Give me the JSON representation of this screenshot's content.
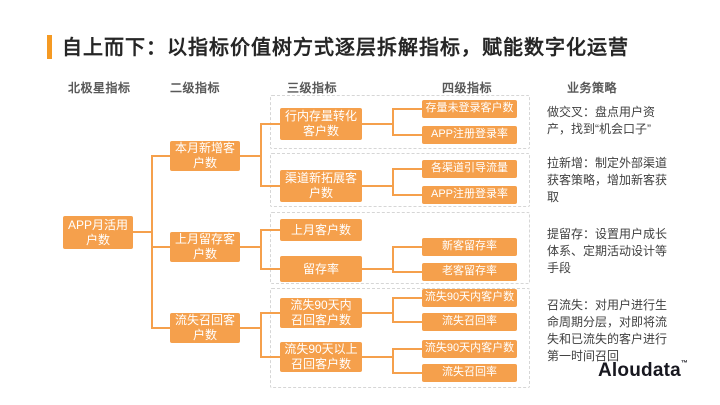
{
  "slide": {
    "title": "自上而下：以指标价值树方式逐层拆解指标，赋能数字化运营"
  },
  "columns": [
    {
      "label": "北极星指标"
    },
    {
      "label": "二级指标"
    },
    {
      "label": "三级指标"
    },
    {
      "label": "四级指标"
    },
    {
      "label": "业务策略"
    }
  ],
  "tree": {
    "root": {
      "label": "APP月活用\n户数"
    },
    "level2": [
      {
        "label": "本月新增客\n户数"
      },
      {
        "label": "上月留存客\n户数"
      },
      {
        "label": "流失召回客\n户数"
      }
    ],
    "level3": [
      {
        "label": "行内存量转化\n客户数"
      },
      {
        "label": "渠道新拓展客\n户数"
      },
      {
        "label": "上月客户数"
      },
      {
        "label": "留存率"
      },
      {
        "label": "流失90天内\n召回客户数"
      },
      {
        "label": "流失90天以上\n召回客户数"
      }
    ],
    "level4": [
      {
        "label": "存量未登录客户数"
      },
      {
        "label": "APP注册登录率"
      },
      {
        "label": "各渠道引导流量"
      },
      {
        "label": "APP注册登录率"
      },
      {
        "label": "新客留存率"
      },
      {
        "label": "老客留存率"
      },
      {
        "label": "流失90天内客户数"
      },
      {
        "label": "流失召回率"
      },
      {
        "label": "流失90天内客户数"
      },
      {
        "label": "流失召回率"
      }
    ]
  },
  "strategies": [
    {
      "text": "做交叉：盘点用户资\n产，找到“机会口子”"
    },
    {
      "text": "拉新增：制定外部渠道\n获客策略，增加新客获\n取"
    },
    {
      "text": "提留存：设置用户成长\n体系、定期活动设计等\n手段"
    },
    {
      "text": "召流失：对用户进行生\n命周期分层，对即将流\n失和已流失的客户进行\n第一时间召回"
    }
  ],
  "logo": {
    "text": "Aloudata",
    "trademark": "™"
  },
  "colors": {
    "accent": "#F59A23",
    "node": "#F5A04C",
    "connector": "#F5A04C",
    "group_border": "#D6D6D6",
    "title_text": "#262626",
    "header_text": "#595959",
    "strategy_text": "#404040",
    "logo_text": "#17171F",
    "background": "#FFFFFF"
  }
}
